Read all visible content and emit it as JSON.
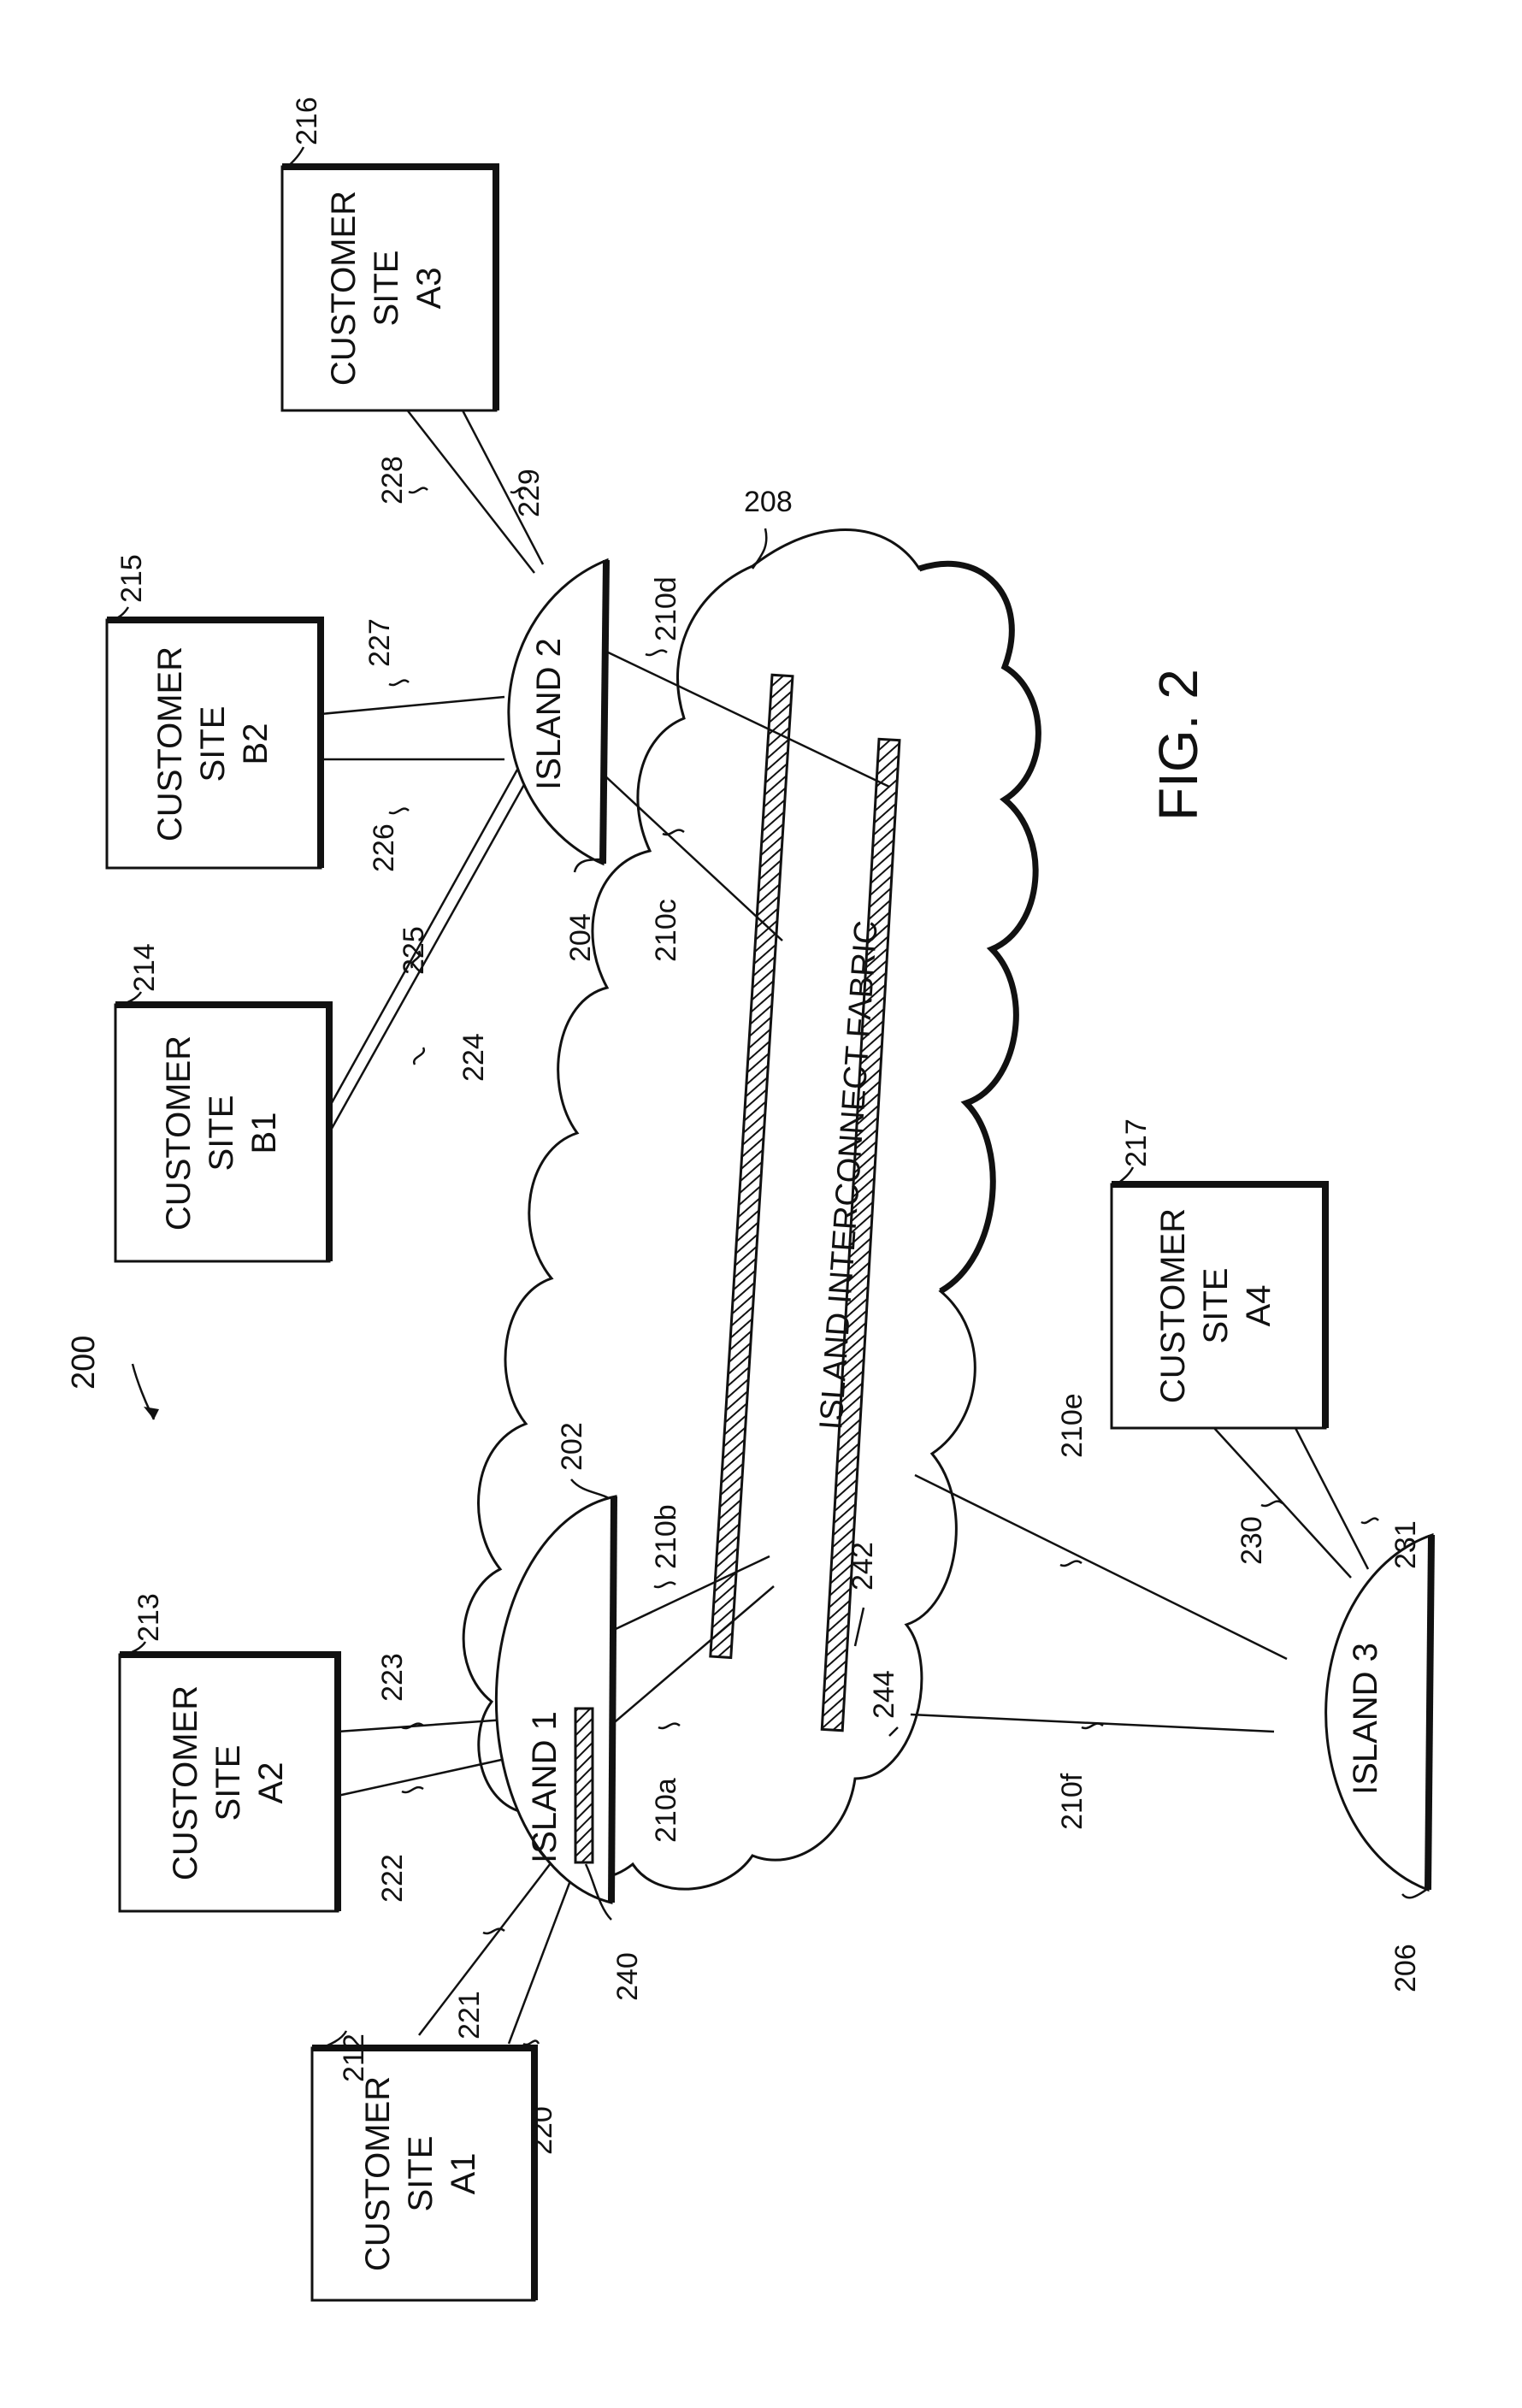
{
  "figure": {
    "ref": "200",
    "caption": "FIG. 2"
  },
  "fabric": {
    "ref": "208",
    "label": "ISLAND INTERCONNECT FABRIC",
    "bars": [
      {
        "ref": "242"
      },
      {
        "ref": "244"
      }
    ]
  },
  "islands": [
    {
      "id": "island1",
      "label": "ISLAND 1",
      "ref": "202",
      "bar_ref": "240"
    },
    {
      "id": "island2",
      "label": "ISLAND 2",
      "ref": "204"
    },
    {
      "id": "island3",
      "label": "ISLAND 3",
      "ref": "206"
    }
  ],
  "sites": [
    {
      "id": "a1",
      "lines": [
        "CUSTOMER",
        "SITE",
        "A1"
      ],
      "ref": "212"
    },
    {
      "id": "a2",
      "lines": [
        "CUSTOMER",
        "SITE",
        "A2"
      ],
      "ref": "213"
    },
    {
      "id": "b1",
      "lines": [
        "CUSTOMER",
        "SITE",
        "B1"
      ],
      "ref": "214"
    },
    {
      "id": "b2",
      "lines": [
        "CUSTOMER",
        "SITE",
        "B2"
      ],
      "ref": "215"
    },
    {
      "id": "a3",
      "lines": [
        "CUSTOMER",
        "SITE",
        "A3"
      ],
      "ref": "216"
    },
    {
      "id": "a4",
      "lines": [
        "CUSTOMER",
        "SITE",
        "A4"
      ],
      "ref": "217"
    }
  ],
  "links": {
    "l220": "220",
    "l221": "221",
    "l222": "222",
    "l223": "223",
    "l224": "224",
    "l225": "225",
    "l226": "226",
    "l227": "227",
    "l228": "228",
    "l229": "229",
    "l230": "230",
    "l231": "231",
    "l210a": "210a",
    "l210b": "210b",
    "l210c": "210c",
    "l210d": "210d",
    "l210e": "210e",
    "l210f": "210f"
  }
}
